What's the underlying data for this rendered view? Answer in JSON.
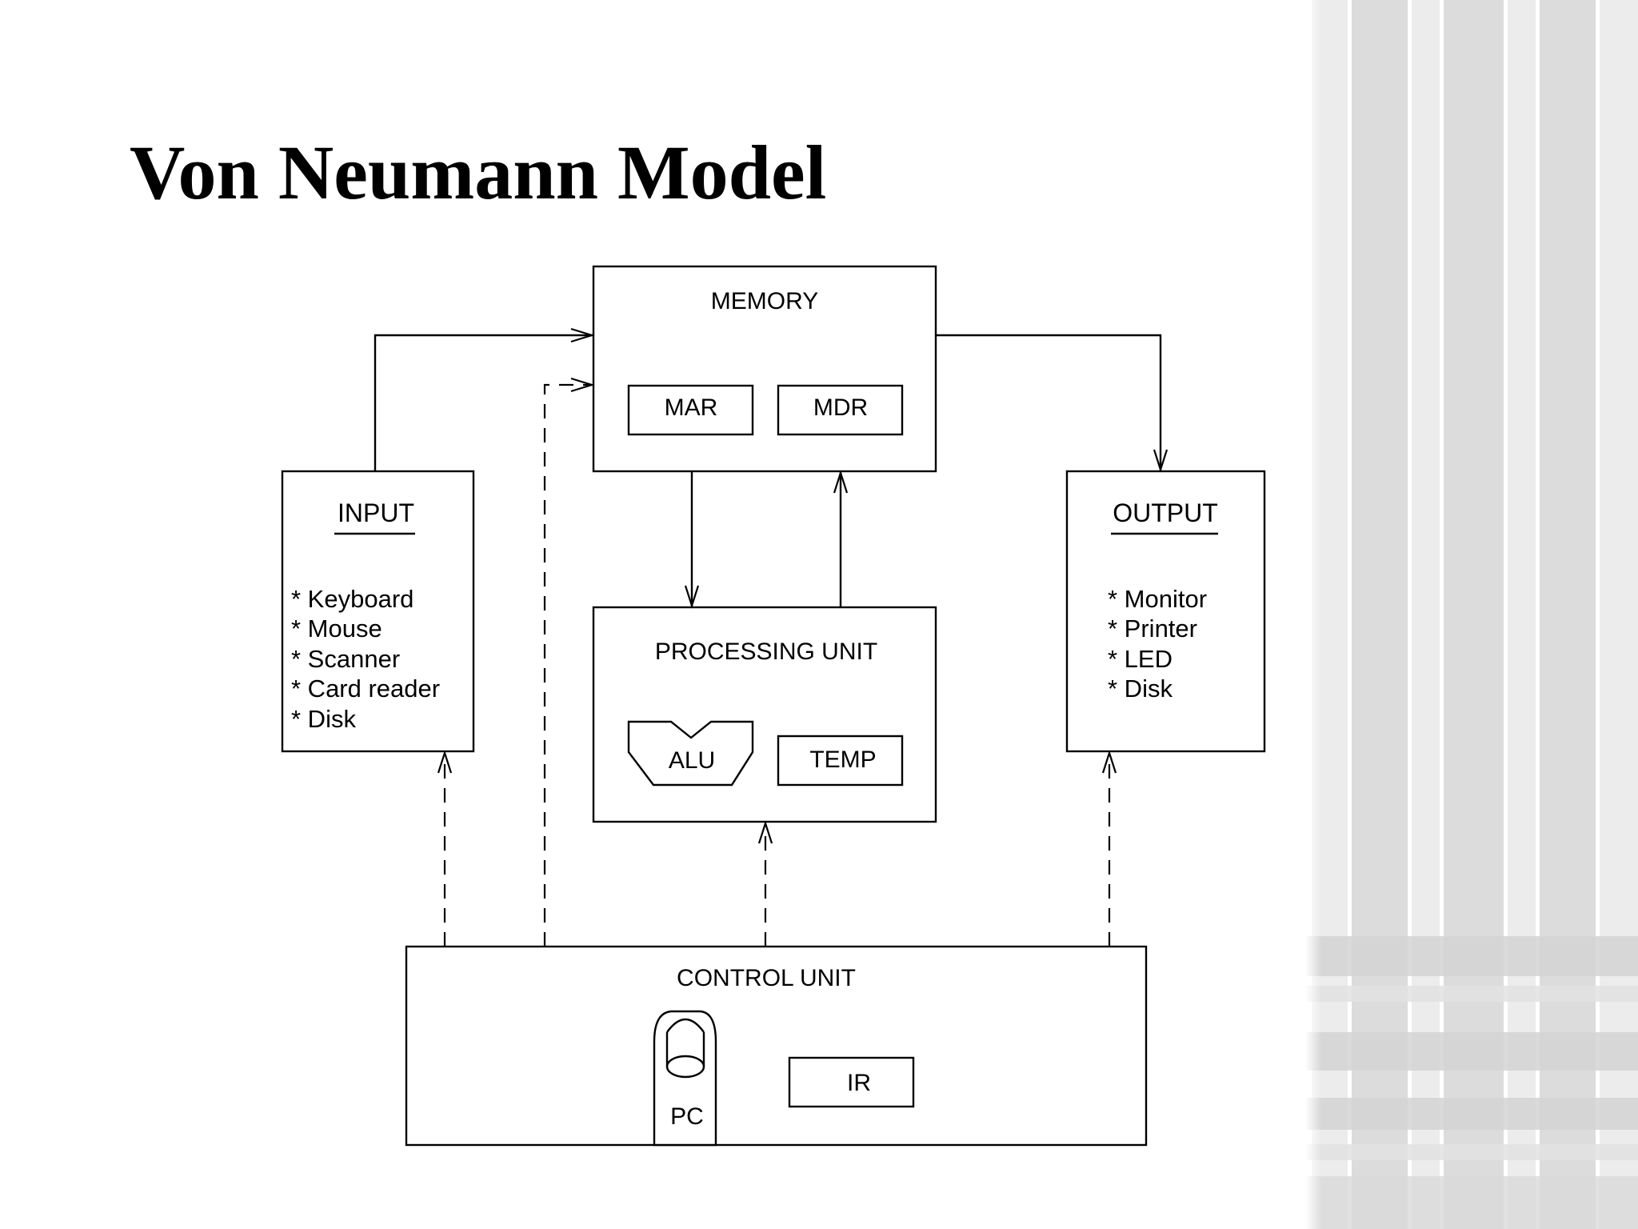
{
  "slide": {
    "title": "Von Neumann Model"
  },
  "diagram": {
    "memory": {
      "label": "MEMORY",
      "mar": "MAR",
      "mdr": "MDR"
    },
    "input": {
      "label": "INPUT",
      "items": [
        "* Keyboard",
        "* Mouse",
        "* Scanner",
        "* Card reader",
        "* Disk"
      ]
    },
    "output": {
      "label": "OUTPUT",
      "items": [
        "* Monitor",
        "* Printer",
        "* LED",
        "* Disk"
      ]
    },
    "processing": {
      "label": "PROCESSING UNIT",
      "alu": "ALU",
      "temp": "TEMP"
    },
    "control": {
      "label": "CONTROL UNIT",
      "pc": "PC",
      "ir": "IR"
    }
  },
  "colors": {
    "background": "#ffffff",
    "stroke": "#000000",
    "decor_stripe_light": "#ececec",
    "decor_stripe_mid": "#d9d9d9"
  }
}
